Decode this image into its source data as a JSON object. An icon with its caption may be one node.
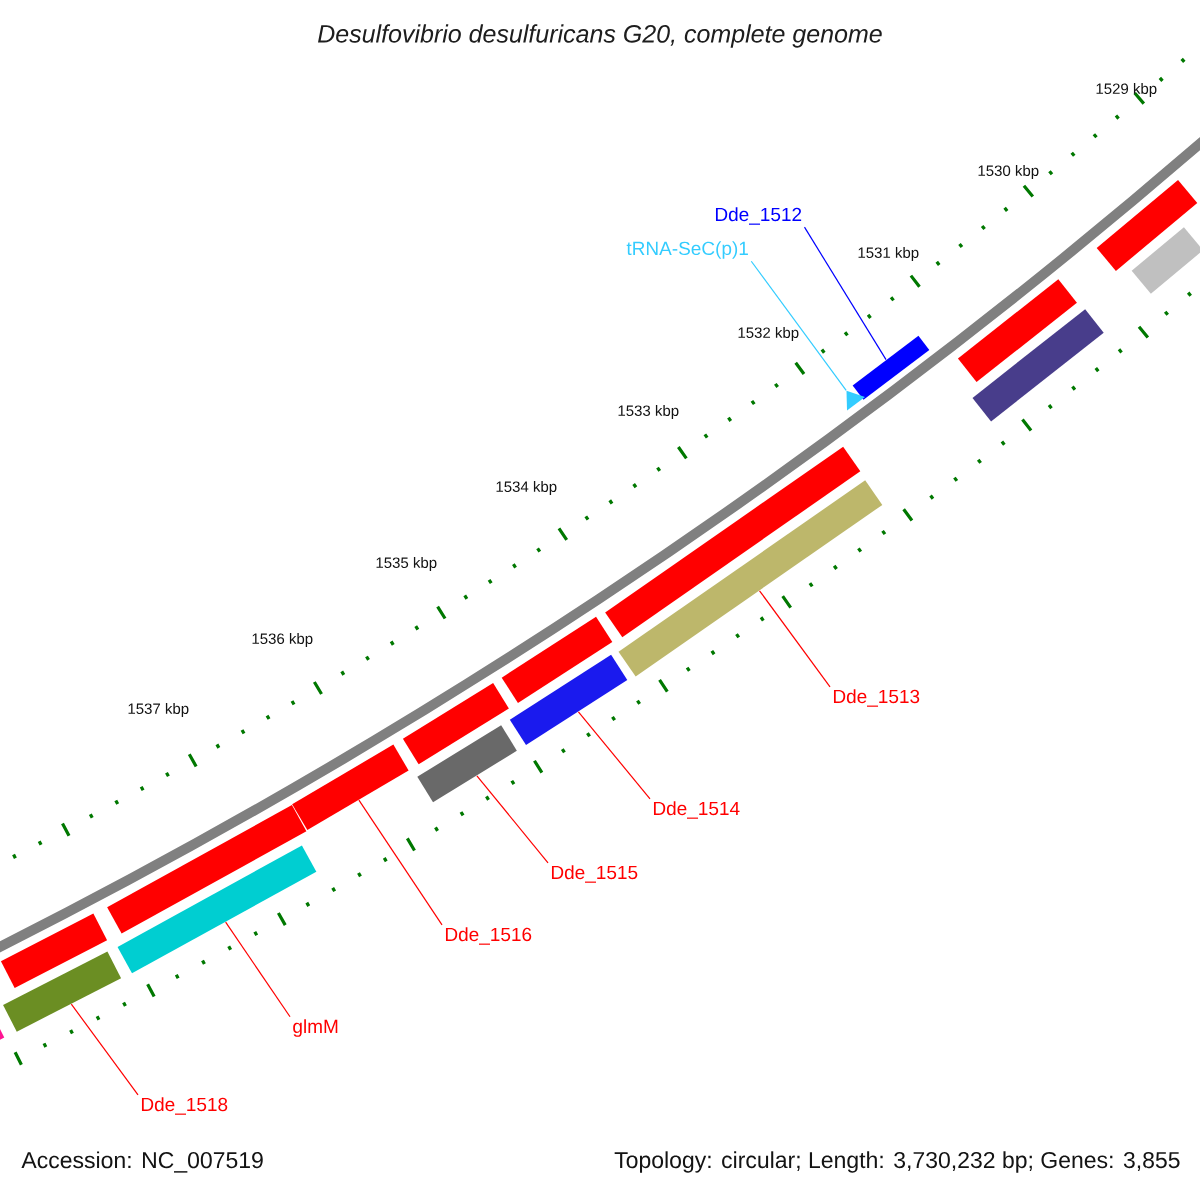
{
  "diagram": {
    "title": "Desulfovibrio desulfuricans G20, complete genome",
    "nodes": [
      {
        "text": [
          "Dde_1512"
        ]
      },
      {
        "text": [
          "tRNA-SeC(p)1"
        ]
      },
      {
        "text": [
          "Dde_1513"
        ]
      },
      {
        "text": [
          "Dde_1514"
        ]
      },
      {
        "text": [
          "Dde_1515"
        ]
      },
      {
        "text": [
          "Dde_1516"
        ]
      },
      {
        "text": [
          "glmM"
        ]
      },
      {
        "text": [
          "Dde_1518"
        ]
      },
      {
        "text": [],
        "shape": "bar"
      },
      {
        "text": [],
        "shape": "triangle"
      },
      {
        "text": [],
        "shape": "bar"
      },
      {
        "text": [],
        "shape": "bar"
      },
      {
        "text": [],
        "shape": "bar"
      },
      {
        "text": [],
        "shape": "bar"
      },
      {
        "text": [],
        "shape": "bar"
      },
      {
        "text": [],
        "shape": "bar"
      },
      {
        "text": [],
        "shape": "bar"
      },
      {
        "text": [],
        "shape": "bar"
      },
      {
        "text": [],
        "shape": "bar"
      },
      {
        "text": [],
        "shape": "bar"
      },
      {
        "text": [],
        "shape": "bar"
      },
      {
        "text": [],
        "shape": "bar"
      },
      {
        "text": [],
        "shape": "bar"
      },
      {
        "text": [],
        "shape": "bar"
      },
      {
        "text": [],
        "shape": "bar"
      },
      {
        "text": [],
        "shape": "bar"
      }
    ],
    "edges": [
      {
        "from": 0,
        "to": 8,
        "arrow": "none",
        "color": "#0000ff"
      },
      {
        "from": 1,
        "to": 9,
        "arrow": "none",
        "color": "#33ccff"
      },
      {
        "from": 2,
        "to": 20,
        "arrow": "none"
      },
      {
        "from": 3,
        "to": 21,
        "arrow": "none"
      },
      {
        "from": 4,
        "to": 22,
        "arrow": "none"
      },
      {
        "from": 5,
        "to": 13,
        "arrow": "none"
      },
      {
        "from": 6,
        "to": 23,
        "arrow": "none"
      },
      {
        "from": 7,
        "to": 24,
        "arrow": "none"
      }
    ],
    "labels": [
      "1529 kbp",
      "1530 kbp",
      "1531 kbp",
      "1532 kbp",
      "1533 kbp",
      "1534 kbp",
      "1535 kbp",
      "1536 kbp",
      "1537 kbp",
      "Accession: NC_007519",
      "Topology: circular; Length: 3,730,232 bp; Genes: 3,855"
    ]
  }
}
